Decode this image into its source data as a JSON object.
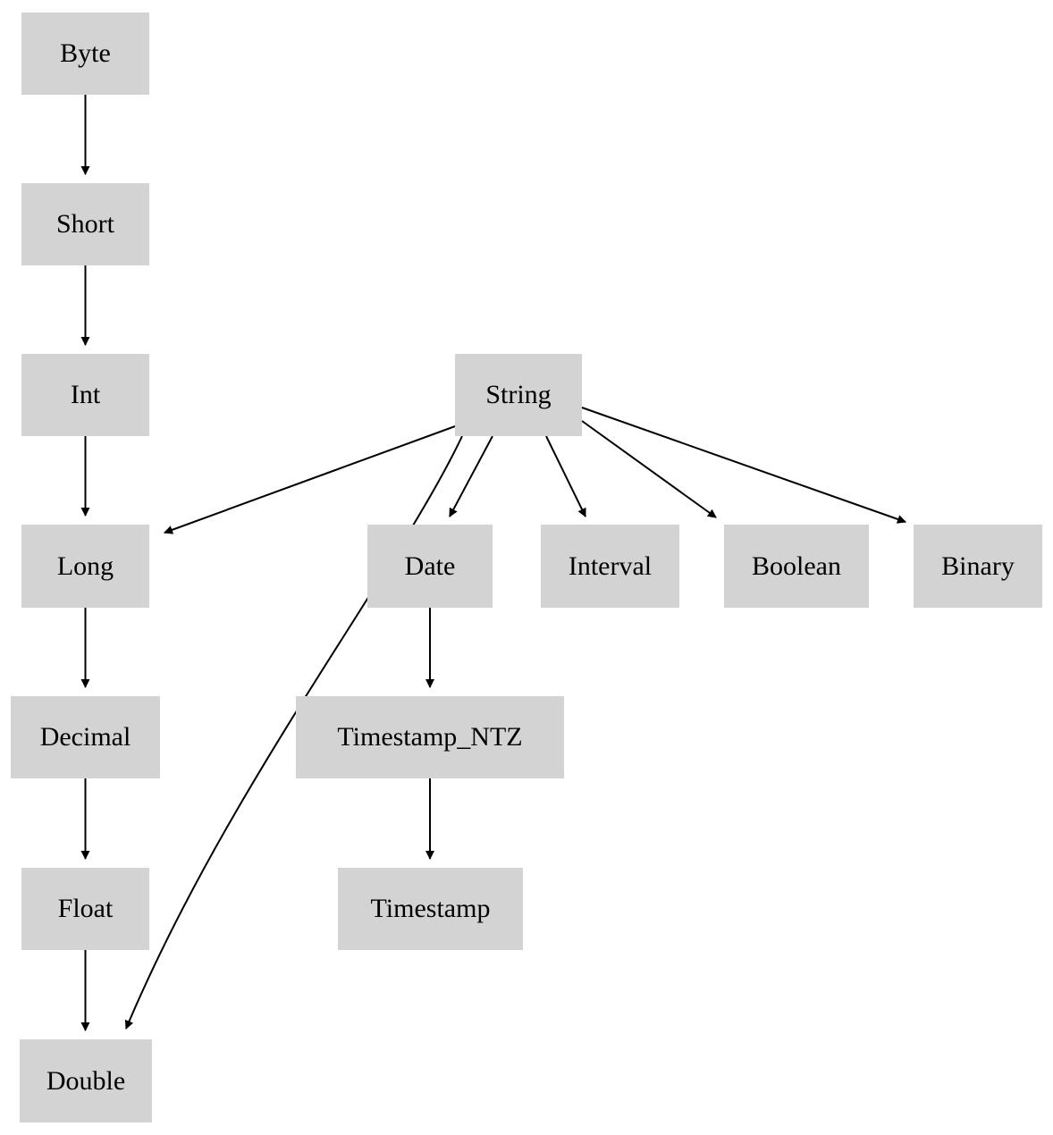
{
  "diagram": {
    "type": "directed-graph",
    "description": "Type coercion / promotion hierarchy diagram",
    "colors": {
      "node_fill": "#d3d3d3",
      "node_text": "#000000",
      "edge": "#000000",
      "background": "#ffffff"
    },
    "nodes": [
      {
        "id": "byte",
        "label": "Byte"
      },
      {
        "id": "short",
        "label": "Short"
      },
      {
        "id": "int",
        "label": "Int"
      },
      {
        "id": "string",
        "label": "String"
      },
      {
        "id": "long",
        "label": "Long"
      },
      {
        "id": "date",
        "label": "Date"
      },
      {
        "id": "interval",
        "label": "Interval"
      },
      {
        "id": "boolean",
        "label": "Boolean"
      },
      {
        "id": "binary",
        "label": "Binary"
      },
      {
        "id": "decimal",
        "label": "Decimal"
      },
      {
        "id": "timestamp_ntz",
        "label": "Timestamp_NTZ"
      },
      {
        "id": "float",
        "label": "Float"
      },
      {
        "id": "timestamp",
        "label": "Timestamp"
      },
      {
        "id": "double",
        "label": "Double"
      }
    ],
    "edges": [
      {
        "from": "Byte",
        "to": "Short"
      },
      {
        "from": "Short",
        "to": "Int"
      },
      {
        "from": "Int",
        "to": "Long"
      },
      {
        "from": "Long",
        "to": "Decimal"
      },
      {
        "from": "Decimal",
        "to": "Float"
      },
      {
        "from": "Float",
        "to": "Double"
      },
      {
        "from": "String",
        "to": "Long"
      },
      {
        "from": "String",
        "to": "Double"
      },
      {
        "from": "String",
        "to": "Date"
      },
      {
        "from": "String",
        "to": "Interval"
      },
      {
        "from": "String",
        "to": "Boolean"
      },
      {
        "from": "String",
        "to": "Binary"
      },
      {
        "from": "Date",
        "to": "Timestamp_NTZ"
      },
      {
        "from": "Timestamp_NTZ",
        "to": "Timestamp"
      }
    ]
  }
}
